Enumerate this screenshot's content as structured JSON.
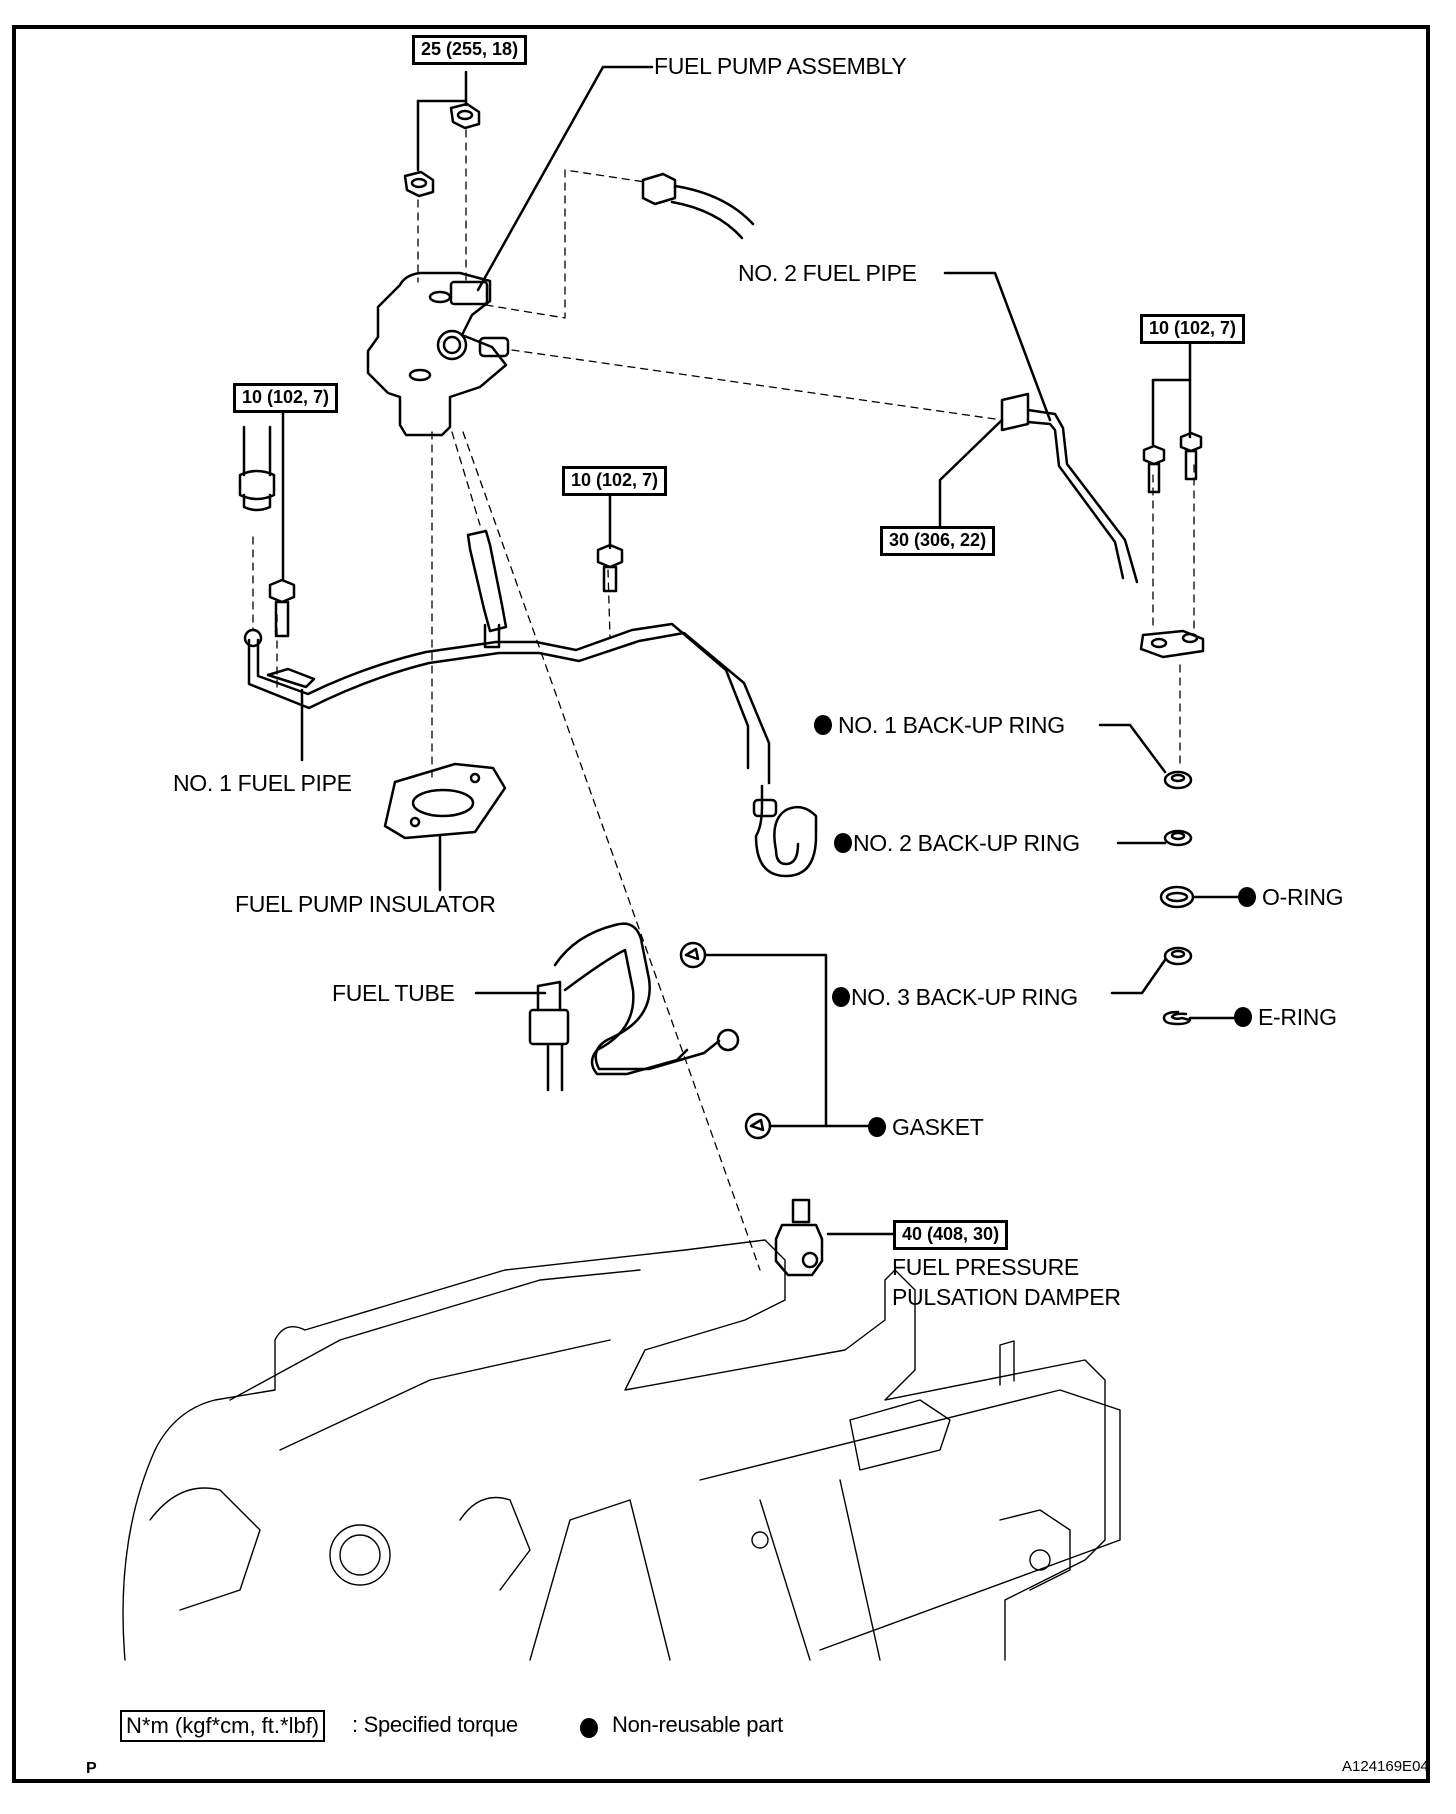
{
  "diagram": {
    "colors": {
      "line": "#000000",
      "background": "#ffffff"
    },
    "torque_specs": [
      {
        "id": "fuel-pump-nuts",
        "value": "25 (255, 18)"
      },
      {
        "id": "no1-pipe-bolt-left",
        "value": "10 (102, 7)"
      },
      {
        "id": "no1-pipe-bolt-center",
        "value": "10 (102, 7)"
      },
      {
        "id": "no2-pipe-bolts",
        "value": "10 (102, 7)"
      },
      {
        "id": "no2-pipe-union",
        "value": "30 (306, 22)"
      },
      {
        "id": "damper",
        "value": "40 (408, 30)"
      }
    ],
    "parts": {
      "fuel_pump_assembly": "FUEL PUMP ASSEMBLY",
      "no2_fuel_pipe": "NO. 2 FUEL PIPE",
      "no1_fuel_pipe": "NO. 1 FUEL PIPE",
      "fuel_pump_insulator": "FUEL PUMP INSULATOR",
      "fuel_tube": "FUEL TUBE",
      "no1_backup_ring": "NO. 1 BACK-UP RING",
      "no2_backup_ring": "NO. 2 BACK-UP RING",
      "o_ring": "O-RING",
      "no3_backup_ring": "NO. 3 BACK-UP RING",
      "e_ring": "E-RING",
      "gasket": "GASKET",
      "damper_line1": "FUEL PRESSURE",
      "damper_line2": "PULSATION DAMPER"
    },
    "non_reusable": [
      "NO. 1 BACK-UP RING",
      "NO. 2 BACK-UP RING",
      "O-RING",
      "NO. 3 BACK-UP RING",
      "E-RING",
      "GASKET"
    ],
    "legend": {
      "torque_unit": "N*m (kgf*cm, ft.*lbf)",
      "torque_desc": ": Specified torque",
      "nonreusable_desc": "Non-reusable part"
    },
    "footer": {
      "corner_mark": "P",
      "figure_id": "A124169E04"
    }
  }
}
